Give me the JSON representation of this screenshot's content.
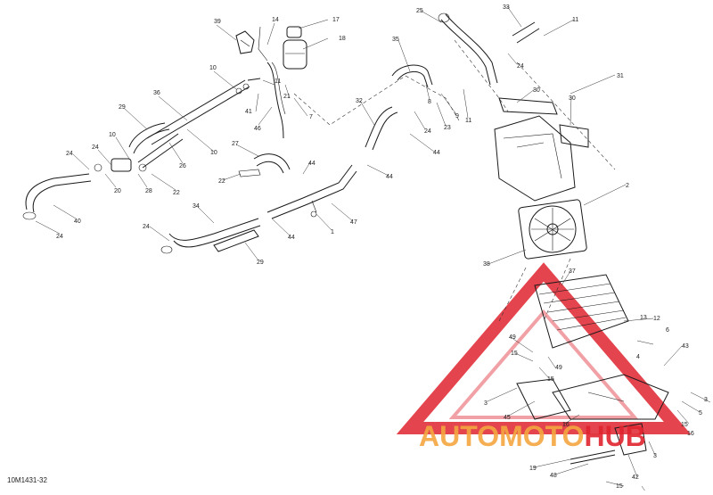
{
  "diagram": {
    "reference_code": "10M1431-32",
    "watermark": {
      "brand_part1": "AUTO",
      "brand_part2": "MOTO",
      "brand_part3": "HUB",
      "color_orange": "#f4a640",
      "color_red": "#e0242e"
    },
    "callouts": [
      {
        "id": "c39",
        "label": "39"
      },
      {
        "id": "c14",
        "label": "14"
      },
      {
        "id": "c17",
        "label": "17"
      },
      {
        "id": "c18",
        "label": "18"
      },
      {
        "id": "c10a",
        "label": "10"
      },
      {
        "id": "c11a",
        "label": "11"
      },
      {
        "id": "c21",
        "label": "21"
      },
      {
        "id": "c7",
        "label": "7"
      },
      {
        "id": "c41",
        "label": "41"
      },
      {
        "id": "c46",
        "label": "46"
      },
      {
        "id": "c36",
        "label": "36"
      },
      {
        "id": "c29a",
        "label": "29"
      },
      {
        "id": "c10b",
        "label": "10"
      },
      {
        "id": "c26",
        "label": "26"
      },
      {
        "id": "c10c",
        "label": "10"
      },
      {
        "id": "c24a",
        "label": "24"
      },
      {
        "id": "c24b",
        "label": "24"
      },
      {
        "id": "c20",
        "label": "20"
      },
      {
        "id": "c28",
        "label": "28"
      },
      {
        "id": "c22a",
        "label": "22"
      },
      {
        "id": "c40",
        "label": "40"
      },
      {
        "id": "c24c",
        "label": "24"
      },
      {
        "id": "c27",
        "label": "27"
      },
      {
        "id": "c22b",
        "label": "22"
      },
      {
        "id": "c44a",
        "label": "44"
      },
      {
        "id": "c44b",
        "label": "44"
      },
      {
        "id": "c34",
        "label": "34"
      },
      {
        "id": "c24d",
        "label": "24"
      },
      {
        "id": "c29b",
        "label": "29"
      },
      {
        "id": "c44c",
        "label": "44"
      },
      {
        "id": "c1",
        "label": "1"
      },
      {
        "id": "c47",
        "label": "47"
      },
      {
        "id": "c25",
        "label": "25"
      },
      {
        "id": "c35",
        "label": "35"
      },
      {
        "id": "c33",
        "label": "33"
      },
      {
        "id": "c11b",
        "label": "11"
      },
      {
        "id": "c24e",
        "label": "24"
      },
      {
        "id": "c11c",
        "label": "11"
      },
      {
        "id": "c8",
        "label": "8"
      },
      {
        "id": "c9",
        "label": "9"
      },
      {
        "id": "c23",
        "label": "23"
      },
      {
        "id": "c32",
        "label": "32"
      },
      {
        "id": "c24f",
        "label": "24"
      },
      {
        "id": "c44d",
        "label": "44"
      },
      {
        "id": "c31",
        "label": "31"
      },
      {
        "id": "c30a",
        "label": "30"
      },
      {
        "id": "c30b",
        "label": "30"
      },
      {
        "id": "c2",
        "label": "2"
      },
      {
        "id": "c38",
        "label": "38"
      },
      {
        "id": "c37",
        "label": "37"
      },
      {
        "id": "c13",
        "label": "13"
      },
      {
        "id": "c12",
        "label": "12"
      },
      {
        "id": "c6",
        "label": "6"
      },
      {
        "id": "c4",
        "label": "4"
      },
      {
        "id": "c43",
        "label": "43"
      },
      {
        "id": "c49a",
        "label": "49"
      },
      {
        "id": "c15a",
        "label": "15"
      },
      {
        "id": "c49b",
        "label": "49"
      },
      {
        "id": "c15b",
        "label": "15"
      },
      {
        "id": "c3a",
        "label": "3"
      },
      {
        "id": "c45",
        "label": "45"
      },
      {
        "id": "c16a",
        "label": "16"
      },
      {
        "id": "c5",
        "label": "5"
      },
      {
        "id": "c15c",
        "label": "15"
      },
      {
        "id": "c16b",
        "label": "16"
      },
      {
        "id": "c19",
        "label": "19"
      },
      {
        "id": "c48",
        "label": "48"
      },
      {
        "id": "c42",
        "label": "42"
      },
      {
        "id": "c3b",
        "label": "3"
      },
      {
        "id": "c15d",
        "label": "15"
      },
      {
        "id": "c3c",
        "label": "3"
      }
    ]
  }
}
